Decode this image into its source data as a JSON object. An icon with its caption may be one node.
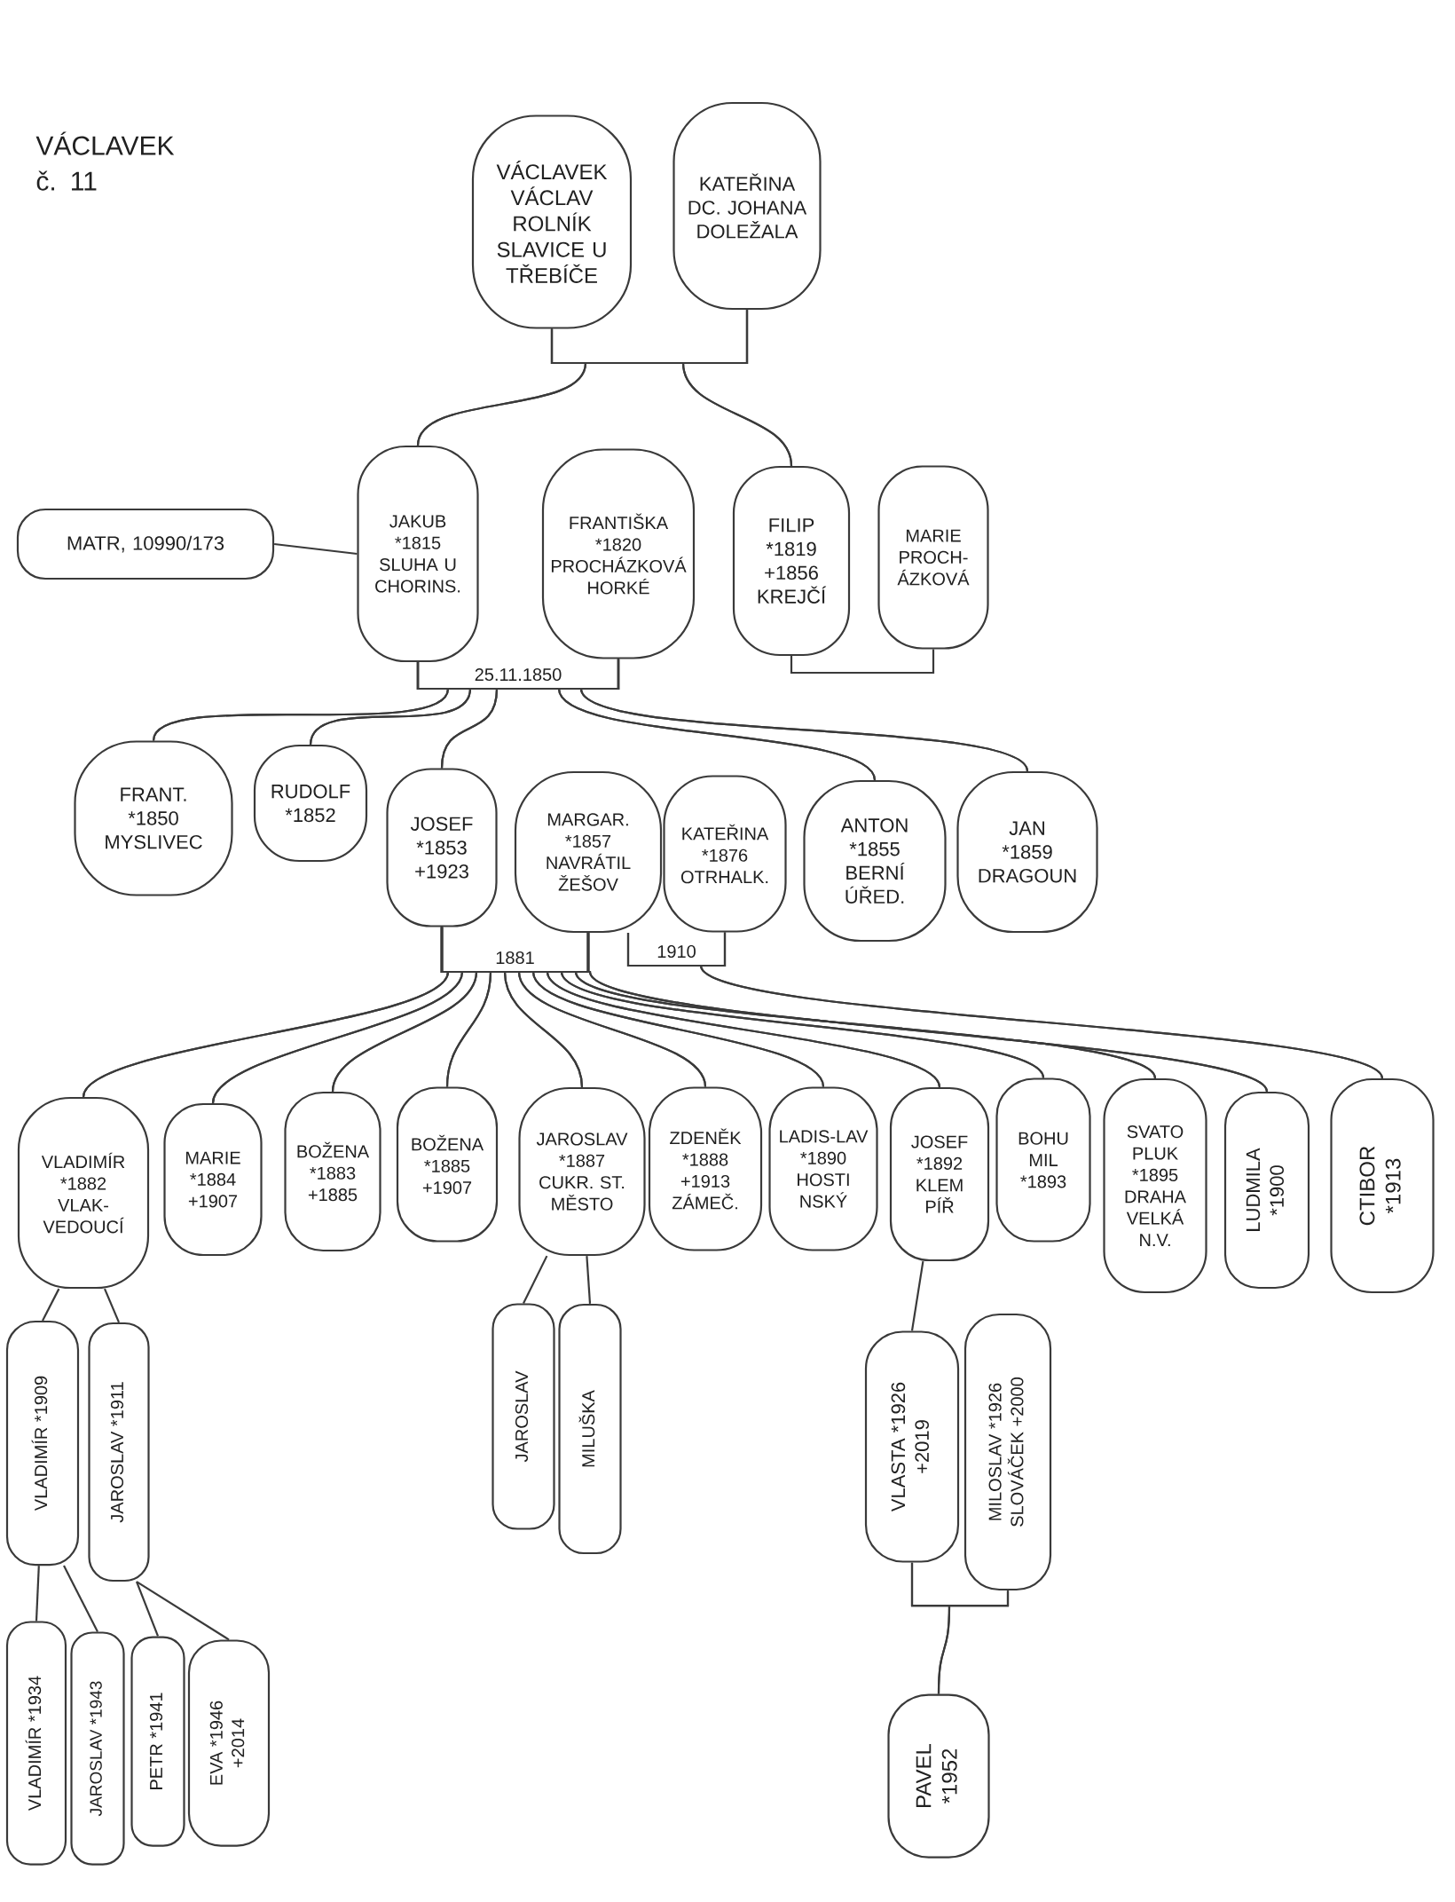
{
  "diagram": {
    "nodes": [
      {
        "text": [
          "VÁCLAVEK VÁCLAV",
          "ROLNÍK",
          "SLAVICE U TŘEBÍČE"
        ]
      },
      {
        "text": [
          "KATEŘINA",
          "DC. JOHANA DOLEŽALA"
        ]
      },
      {
        "text": [
          "MATR, 10990/173"
        ]
      },
      {
        "text": [
          "JAKUB",
          "*1815",
          "SLUHA U CHORINS."
        ]
      },
      {
        "text": [
          "FRANTIŠKA",
          "*1820",
          "PROCHÁZKOVÁ HORKÉ"
        ]
      },
      {
        "text": [
          "FILIP",
          "*1819",
          "+1856",
          "KREJČÍ"
        ]
      },
      {
        "text": [
          "MARIE",
          "PROCH-ÁZKOVÁ"
        ]
      },
      {
        "text": [
          "FRANT.",
          "*1850",
          "MYSLIVEC"
        ]
      },
      {
        "text": [
          "RUDOLF",
          "*1852"
        ]
      },
      {
        "text": [
          "JOSEF",
          "*1853",
          "+1923"
        ]
      },
      {
        "text": [
          "MARGAR.",
          "*1857",
          "NAVRÁTIL ŽEŠOV"
        ]
      },
      {
        "text": [
          "KATEŘINA",
          "*1876",
          "OTRHALK."
        ]
      },
      {
        "text": [
          "ANTON",
          "*1855",
          "BERNÍ ÚŘED."
        ]
      },
      {
        "text": [
          "JAN",
          "*1859",
          "DRAGOUN"
        ]
      },
      {
        "text": [
          "VLADIMÍR",
          "*1882",
          "VLAK-VEDOUCÍ"
        ]
      },
      {
        "text": [
          "MARIE",
          "*1884",
          "+1907"
        ]
      },
      {
        "text": [
          "BOŽENA",
          "*1883",
          "+1885"
        ]
      },
      {
        "text": [
          "BOŽENA",
          "*1885",
          "+1907"
        ]
      },
      {
        "text": [
          "JAROSLAV",
          "*1887",
          "CUKR. ST. MĚSTO"
        ]
      },
      {
        "text": [
          "ZDENĚK",
          "*1888",
          "+1913",
          "ZÁMEČ."
        ]
      },
      {
        "text": [
          "LADIS-LAV",
          "*1890",
          "HOSTI NSKÝ"
        ]
      },
      {
        "text": [
          "JOSEF",
          "*1892",
          "KLEM PÍŘ"
        ]
      },
      {
        "text": [
          "BOHU MIL",
          "*1893"
        ]
      },
      {
        "text": [
          "SVATO PLUK",
          "*1895",
          "DRAHA VELKÁ N.V."
        ]
      },
      {
        "text": [
          "LUDMILA",
          "*1900"
        ]
      },
      {
        "text": [
          "CTIBOR",
          "*1913"
        ]
      },
      {
        "text": [
          "VLADIMÍR *1909"
        ]
      },
      {
        "text": [
          "JAROSLAV *1911"
        ]
      },
      {
        "text": [
          "VLADIMÍR *1934"
        ]
      },
      {
        "text": [
          "JAROSLAV *1943"
        ]
      },
      {
        "text": [
          "PETR *1941"
        ]
      },
      {
        "text": [
          "EVA *1946",
          "+2014"
        ]
      },
      {
        "text": [
          "JAROSLAV"
        ]
      },
      {
        "text": [
          "MILUŠKA"
        ]
      },
      {
        "text": [
          "VLASTA *1926",
          "+2019"
        ]
      },
      {
        "text": [
          "MILOSLAV *1926",
          "SLOVÁČEK +2000"
        ]
      },
      {
        "text": [
          "PAVEL",
          "*1952"
        ]
      }
    ],
    "edges": [
      {
        "from": 0,
        "to": 1,
        "arrow": "none"
      },
      {
        "from": 0,
        "to": 3,
        "arrow": "none"
      },
      {
        "from": 1,
        "to": 3,
        "arrow": "none"
      },
      {
        "from": 0,
        "to": 5,
        "arrow": "none"
      },
      {
        "from": 1,
        "to": 5,
        "arrow": "none"
      },
      {
        "from": 2,
        "to": 3,
        "arrow": "none"
      },
      {
        "from": 3,
        "to": 4,
        "arrow": "none",
        "label": "25.11.1850"
      },
      {
        "from": 5,
        "to": 6,
        "arrow": "none"
      },
      {
        "from": 3,
        "to": 7,
        "arrow": "none"
      },
      {
        "from": 4,
        "to": 7,
        "arrow": "none"
      },
      {
        "from": 3,
        "to": 8,
        "arrow": "none"
      },
      {
        "from": 4,
        "to": 8,
        "arrow": "none"
      },
      {
        "from": 3,
        "to": 9,
        "arrow": "none"
      },
      {
        "from": 4,
        "to": 9,
        "arrow": "none"
      },
      {
        "from": 3,
        "to": 12,
        "arrow": "none"
      },
      {
        "from": 4,
        "to": 12,
        "arrow": "none"
      },
      {
        "from": 3,
        "to": 13,
        "arrow": "none"
      },
      {
        "from": 4,
        "to": 13,
        "arrow": "none"
      },
      {
        "from": 9,
        "to": 10,
        "arrow": "none",
        "label": "1881"
      },
      {
        "from": 10,
        "to": 11,
        "arrow": "none",
        "label": "1910"
      },
      {
        "from": 9,
        "to": 14,
        "arrow": "none"
      },
      {
        "from": 10,
        "to": 14,
        "arrow": "none"
      },
      {
        "from": 9,
        "to": 15,
        "arrow": "none"
      },
      {
        "from": 10,
        "to": 15,
        "arrow": "none"
      },
      {
        "from": 9,
        "to": 16,
        "arrow": "none"
      },
      {
        "from": 10,
        "to": 16,
        "arrow": "none"
      },
      {
        "from": 9,
        "to": 17,
        "arrow": "none"
      },
      {
        "from": 10,
        "to": 17,
        "arrow": "none"
      },
      {
        "from": 9,
        "to": 18,
        "arrow": "none"
      },
      {
        "from": 10,
        "to": 18,
        "arrow": "none"
      },
      {
        "from": 9,
        "to": 19,
        "arrow": "none"
      },
      {
        "from": 10,
        "to": 19,
        "arrow": "none"
      },
      {
        "from": 9,
        "to": 20,
        "arrow": "none"
      },
      {
        "from": 10,
        "to": 20,
        "arrow": "none"
      },
      {
        "from": 9,
        "to": 21,
        "arrow": "none"
      },
      {
        "from": 10,
        "to": 21,
        "arrow": "none"
      },
      {
        "from": 9,
        "to": 22,
        "arrow": "none"
      },
      {
        "from": 10,
        "to": 22,
        "arrow": "none"
      },
      {
        "from": 9,
        "to": 23,
        "arrow": "none"
      },
      {
        "from": 10,
        "to": 23,
        "arrow": "none"
      },
      {
        "from": 9,
        "to": 24,
        "arrow": "none"
      },
      {
        "from": 10,
        "to": 24,
        "arrow": "none"
      },
      {
        "from": 10,
        "to": 25,
        "arrow": "none"
      },
      {
        "from": 11,
        "to": 25,
        "arrow": "none"
      },
      {
        "from": 14,
        "to": 26,
        "arrow": "none"
      },
      {
        "from": 14,
        "to": 27,
        "arrow": "none"
      },
      {
        "from": 26,
        "to": 28,
        "arrow": "none"
      },
      {
        "from": 26,
        "to": 29,
        "arrow": "none"
      },
      {
        "from": 27,
        "to": 30,
        "arrow": "none"
      },
      {
        "from": 27,
        "to": 31,
        "arrow": "none"
      },
      {
        "from": 18,
        "to": 32,
        "arrow": "none"
      },
      {
        "from": 18,
        "to": 33,
        "arrow": "none"
      },
      {
        "from": 21,
        "to": 34,
        "arrow": "none"
      },
      {
        "from": 34,
        "to": 35,
        "arrow": "none"
      },
      {
        "from": 34,
        "to": 36,
        "arrow": "none"
      },
      {
        "from": 35,
        "to": 36,
        "arrow": "none"
      }
    ],
    "labels": [
      "VÁCLAVEK č. 11"
    ]
  }
}
